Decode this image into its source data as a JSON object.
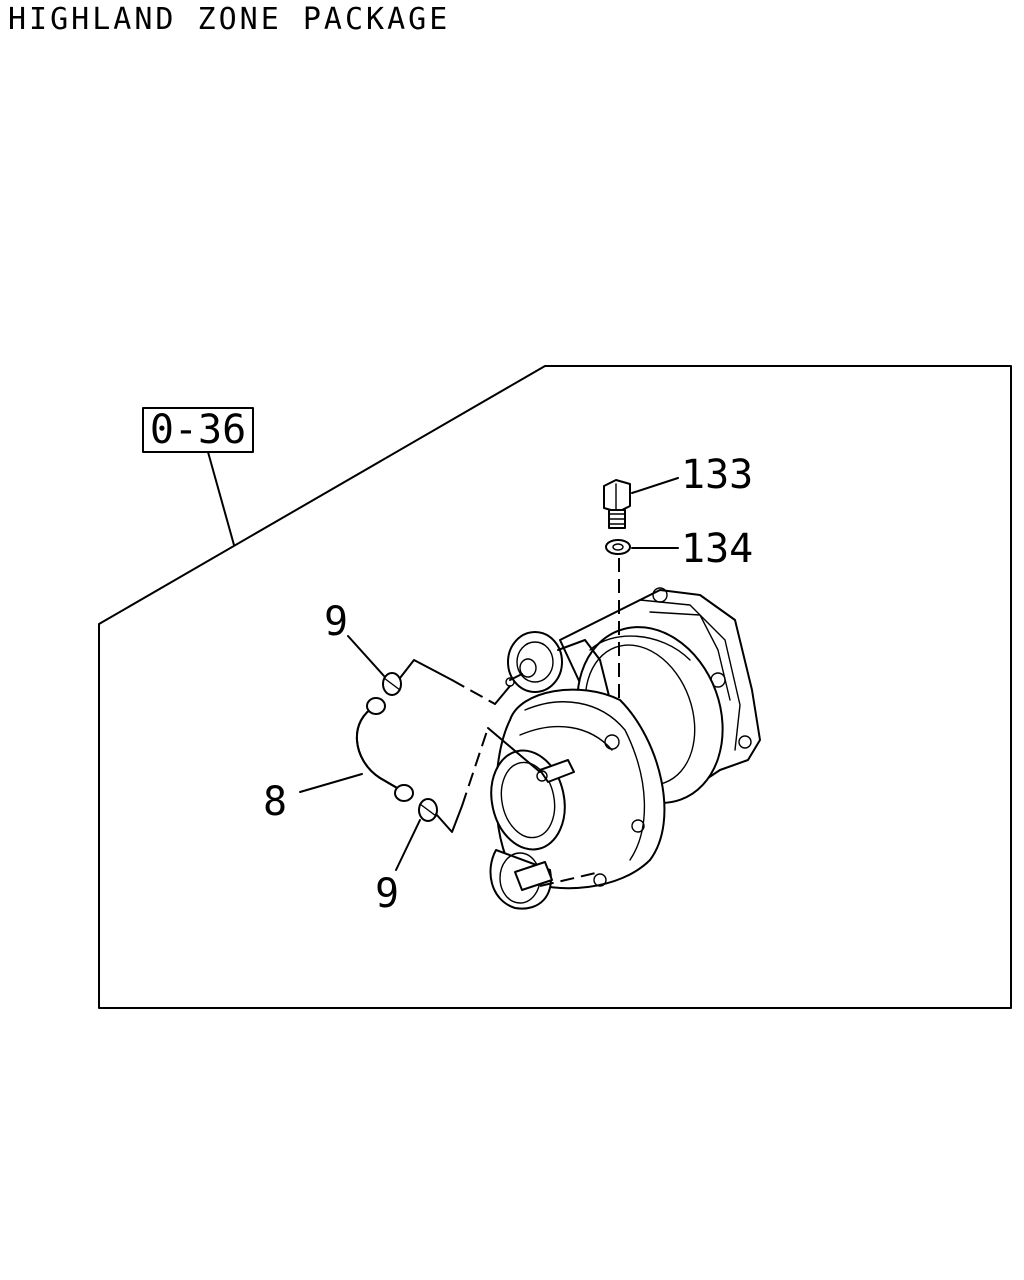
{
  "header": {
    "title": "HIGHLAND ZONE PACKAGE"
  },
  "diagram": {
    "reference_box": "0-36",
    "callouts": {
      "part_133": "133",
      "part_134": "134",
      "part_9_upper": "9",
      "part_9_lower": "9",
      "part_8": "8"
    }
  }
}
